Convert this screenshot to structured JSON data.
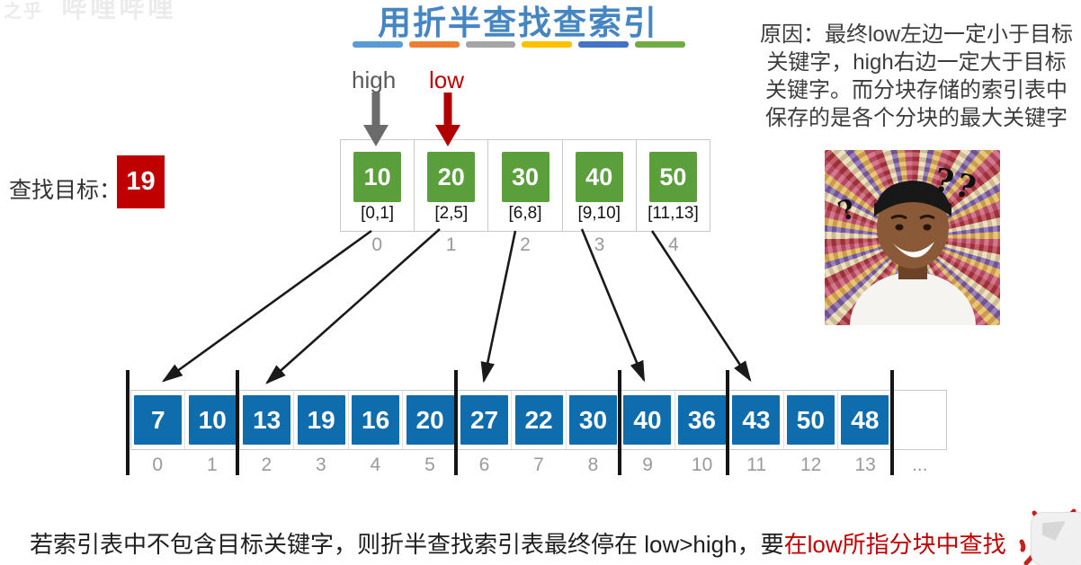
{
  "colors": {
    "title_blue": "#4585C2",
    "block_green": "#5B9E3C",
    "block_blue": "#0F6CAD",
    "target_red": "#C00000",
    "accent_red": "#C00000",
    "pointer_gray": "#595959",
    "arrow_black": "#1a1a1a"
  },
  "watermark": {
    "mark": "之乎",
    "text": "哔哩哔哩"
  },
  "title": "用折半查找查索引",
  "title_bars": [
    "#5B9BD5",
    "#ED7D31",
    "#A5A5A5",
    "#FFC000",
    "#4472C4",
    "#70AD47"
  ],
  "pointers": {
    "high": "high",
    "low": "low"
  },
  "target": {
    "label": "查找目标：",
    "value": "19"
  },
  "index_table": {
    "entries": [
      {
        "key": "10",
        "range": "[0,1]",
        "index": "0"
      },
      {
        "key": "20",
        "range": "[2,5]",
        "index": "1"
      },
      {
        "key": "30",
        "range": "[6,8]",
        "index": "2"
      },
      {
        "key": "40",
        "range": "[9,10]",
        "index": "3"
      },
      {
        "key": "50",
        "range": "[11,13]",
        "index": "4"
      }
    ]
  },
  "reason": {
    "lines": [
      "原因：最终low左边一定小于目标",
      "关键字，high右边一定大于目标",
      "关键字。而分块存储的索引表中",
      "保存的是各个分块的最大关键字"
    ]
  },
  "meme": {
    "question_marks": [
      "?",
      "?",
      "?"
    ]
  },
  "main_array": {
    "cells": [
      {
        "value": "7",
        "index": "0"
      },
      {
        "value": "10",
        "index": "1"
      },
      {
        "value": "13",
        "index": "2"
      },
      {
        "value": "19",
        "index": "3"
      },
      {
        "value": "16",
        "index": "4"
      },
      {
        "value": "20",
        "index": "5"
      },
      {
        "value": "27",
        "index": "6"
      },
      {
        "value": "22",
        "index": "7"
      },
      {
        "value": "30",
        "index": "8"
      },
      {
        "value": "40",
        "index": "9"
      },
      {
        "value": "36",
        "index": "10"
      },
      {
        "value": "43",
        "index": "11"
      },
      {
        "value": "50",
        "index": "12"
      },
      {
        "value": "48",
        "index": "13"
      },
      {
        "value": "",
        "index": "..."
      }
    ]
  },
  "bottom_text": {
    "black": "若索引表中不包含目标关键字，则折半查找索引表最终停在 low>high，要",
    "red": "在low所指分块中查找"
  }
}
